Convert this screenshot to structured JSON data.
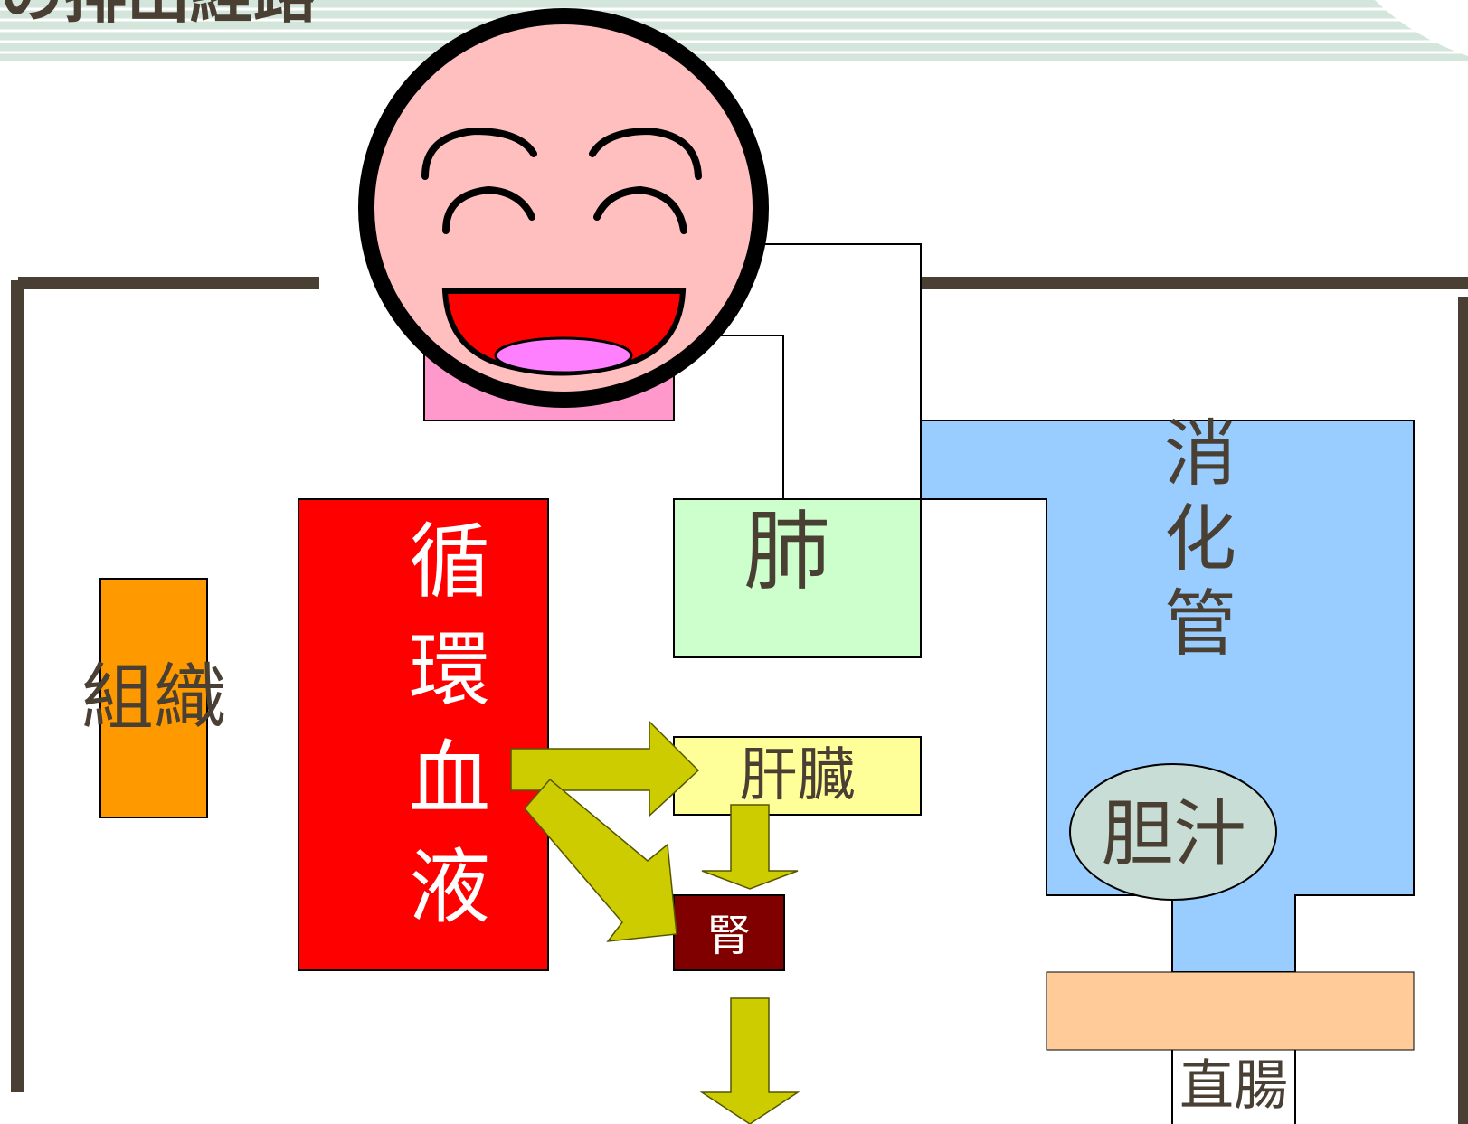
{
  "header": {
    "title_fragment": "の排出経路"
  },
  "labels": {
    "tissue": "組織",
    "circulating_blood": "循環血液",
    "lung": "肺",
    "liver": "肝臓",
    "kidney": "腎",
    "digestive_tract": "消化管",
    "bile": "胆汁",
    "rectum": "直腸"
  },
  "colors": {
    "tissue": "#ff9900",
    "blood": "#ff0000",
    "lung": "#ccffcc",
    "liver": "#ffff99",
    "kidney": "#800000",
    "digestive": "#99ccff",
    "bile": "#c8ddd5",
    "rectum": "#ffcc99",
    "arrow": "#cccc00",
    "frame": "#4a3f33",
    "face": "#ffbfbf",
    "neck": "#ff99cc",
    "mouth": "#ff0000",
    "tongue": "#ff80ff"
  }
}
